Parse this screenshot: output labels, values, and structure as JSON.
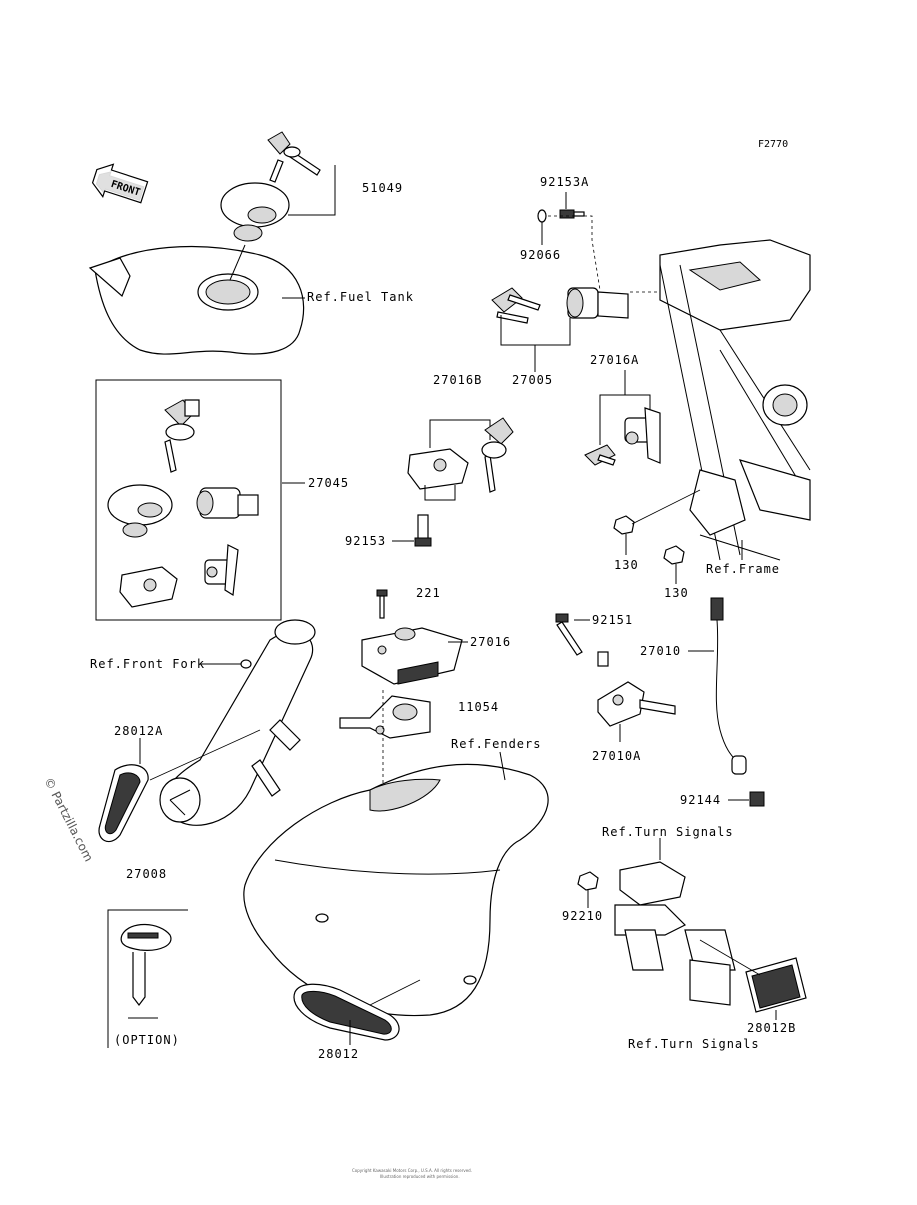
{
  "figure_code": "F2770",
  "front_arrow": "FRONT",
  "watermark": "© Partzilla.com",
  "copyright_line1": "Copyright Kawasaki Motors Corp., U.S.A. All rights reserved.",
  "copyright_line2": "Illustration reproduced with permission.",
  "labels": {
    "p51049": "51049",
    "ref_fuel_tank": "Ref.Fuel Tank",
    "p92153A": "92153A",
    "p92066": "92066",
    "p27005": "27005",
    "p27016B": "27016B",
    "p27016A": "27016A",
    "p27045": "27045",
    "p92153": "92153",
    "p130a": "130",
    "p130b": "130",
    "ref_frame": "Ref.Frame",
    "p221": "221",
    "p27016": "27016",
    "p92151": "92151",
    "p27010": "27010",
    "ref_front_fork": "Ref.Front Fork",
    "p11054": "11054",
    "p28012A": "28012A",
    "ref_fenders": "Ref.Fenders",
    "p27010A": "27010A",
    "p92144": "92144",
    "ref_turn_signals_top": "Ref.Turn Signals",
    "p27008": "27008",
    "p92210": "92210",
    "option": "(OPTION)",
    "p28012B": "28012B",
    "p28012": "28012",
    "ref_turn_signals_bottom": "Ref.Turn Signals"
  }
}
